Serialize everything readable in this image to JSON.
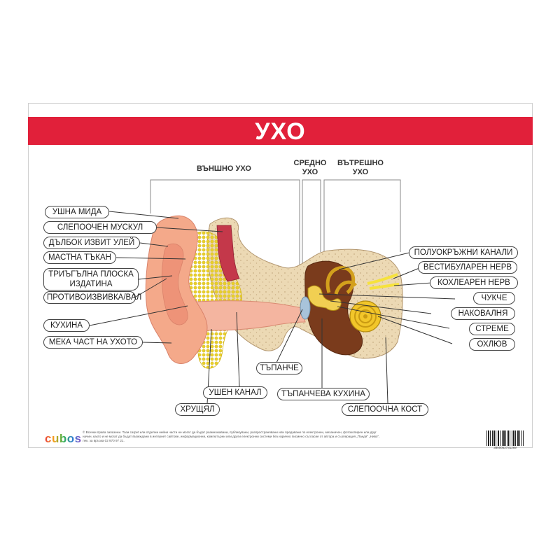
{
  "title": "УХО",
  "sections": {
    "outer": "ВЪНШНО УХО",
    "middle": "СРЕДНО УХО",
    "inner": "ВЪТРЕШНО УХО"
  },
  "labels": {
    "pinna": "УШНА МИДА",
    "temporal_muscle": "СЛЕПООЧЕН МУСКУЛ",
    "deep_groove": "ДЪЛБОК ИЗВИТ УЛЕЙ",
    "fat_tissue": "МАСТНА ТЪКАН",
    "triangular_plate": "ТРИЪГЪЛНА ПЛОСКА ИЗДАТИНА",
    "antihelix": "ПРОТИВОИЗВИВКА/ВАЛ",
    "concha": "КУХИНА",
    "earlobe": "МЕКА ЧАСТ НА УХОТО",
    "cartilage": "ХРУЩЯЛ",
    "ear_canal": "УШЕН КАНАЛ",
    "eardrum": "ТЪПАНЧЕ",
    "tympanic_cavity": "ТЪПАНЧЕВА КУХИНА",
    "temporal_bone": "СЛЕПООЧНА КОСТ",
    "semicircular_canals": "ПОЛУОКРЪЖНИ КАНАЛИ",
    "vestibular_nerve": "ВЕСТИБУЛАРЕН НЕРВ",
    "cochlear_nerve": "КОХЛЕАРЕН НЕРВ",
    "hammer": "ЧУКЧЕ",
    "anvil": "НАКОВАЛНЯ",
    "stirrup": "СТРЕМЕ",
    "cochlea": "ОХЛЮВ"
  },
  "logo": "cubos",
  "copyright": "© Всички права запазени. Тази carpet или отделни нейни части не могат да бъдат размножавани, публикувани, разпространявани или предавани по електронен, механичен, фотокопирен или друг начин, както и не могат да бъдат въвеждани в интернет сайтове, информационни, компютърни или други електронни системи без изрично писмено съгласие от автора и съоперация „Пандя“ „Ниво“, лек. за връзка 02 970 97 21.",
  "barcode_number": "3800052731269",
  "colors": {
    "title_bar": "#e1203a",
    "skin": "#f4a98a",
    "fat": "#f3e45a",
    "bone": "#ecd9b4",
    "cochlea": "#f2c62a"
  }
}
